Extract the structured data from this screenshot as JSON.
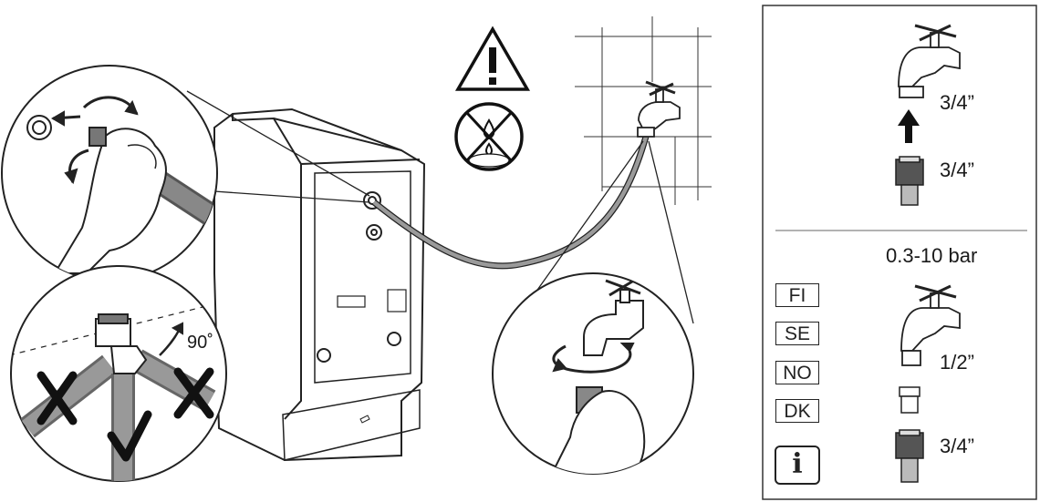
{
  "panel": {
    "top_inlet_size": "3/4”",
    "top_hose_size": "3/4”",
    "pressure_range": "0.3-10 bar",
    "country_codes": [
      "FI",
      "SE",
      "NO",
      "DK"
    ],
    "tap_size_small": "1/2”",
    "bottom_hose_size": "3/4”",
    "info_symbol": "i"
  },
  "angle_label": "90˚",
  "icons": [
    "warning-triangle-icon",
    "no-drip-icon",
    "info-icon",
    "cross-mark-icon",
    "check-mark-icon",
    "rotate-arrow-icon",
    "up-arrow-icon"
  ]
}
